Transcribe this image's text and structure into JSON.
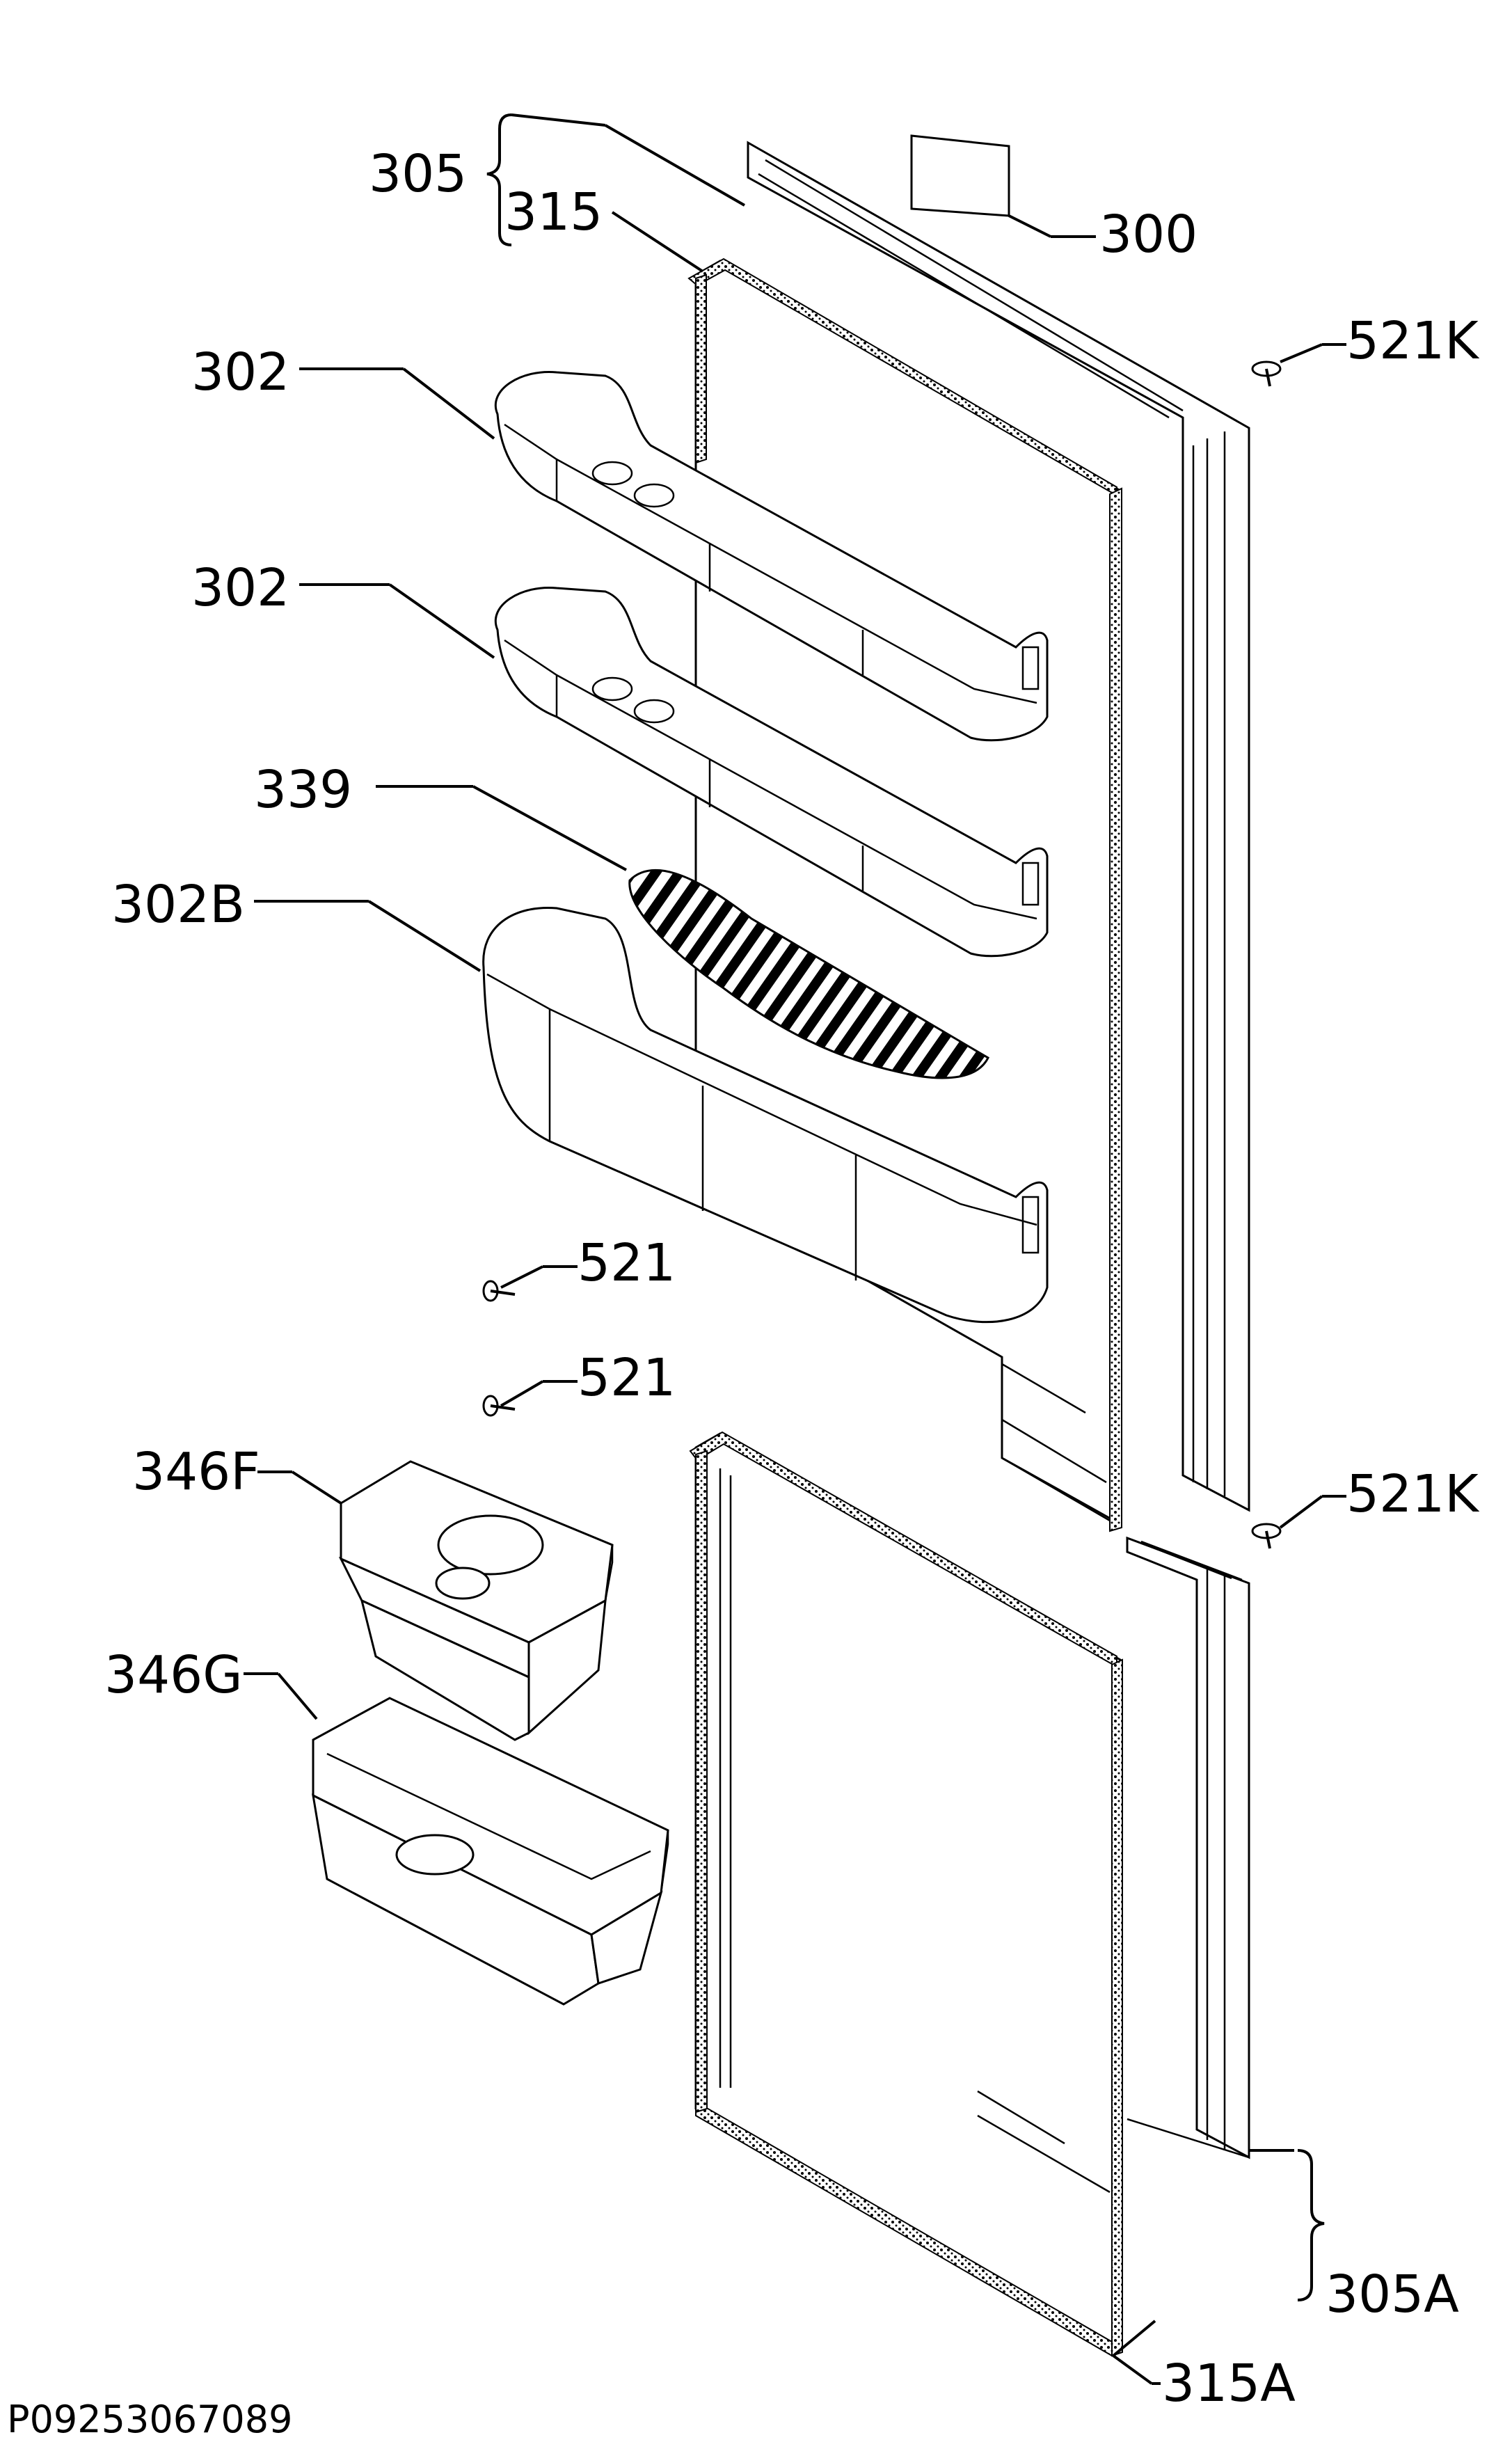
{
  "labels": {
    "p305": "305",
    "p315": "315",
    "p300": "300",
    "p521k_top": "521K",
    "p302_a": "302",
    "p302_b": "302",
    "p339": "339",
    "p302b": "302B",
    "p521_a": "521",
    "p521_b": "521",
    "p346f": "346F",
    "p521k_bottom": "521K",
    "p346g": "346G",
    "p315a": "315A",
    "p305a": "305A"
  },
  "footer": {
    "code": "P09253067089"
  }
}
